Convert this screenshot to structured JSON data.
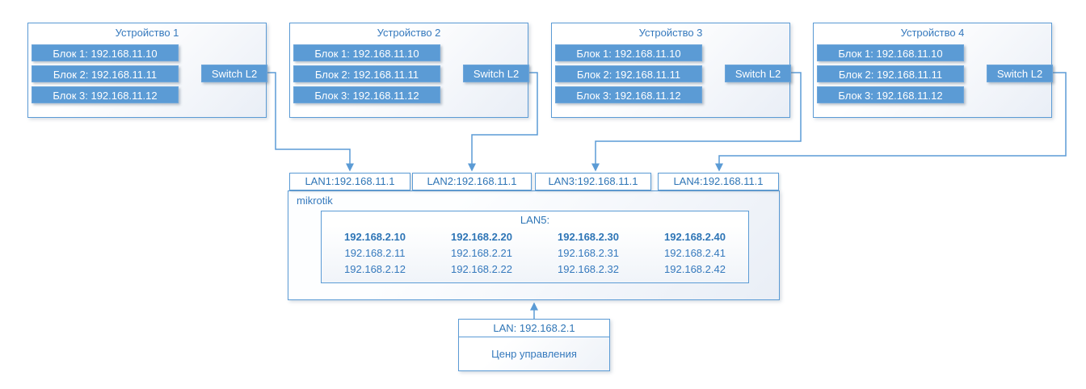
{
  "colors": {
    "accent_blue": "#5B9BD5",
    "text_blue": "#2E75B6",
    "block_text": "#FFFFFF"
  },
  "devices": [
    {
      "title": "Устройство 1",
      "blocks": [
        "Блок 1: 192.168.11.10",
        "Блок 2: 192.168.11.11",
        "Блок 3: 192.168.11.12"
      ],
      "switch_label": "Switch L2"
    },
    {
      "title": "Устройство 2",
      "blocks": [
        "Блок 1: 192.168.11.10",
        "Блок 2: 192.168.11.11",
        "Блок 3: 192.168.11.12"
      ],
      "switch_label": "Switch L2"
    },
    {
      "title": "Устройство 3",
      "blocks": [
        "Блок 1: 192.168.11.10",
        "Блок 2: 192.168.11.11",
        "Блок 3: 192.168.11.12"
      ],
      "switch_label": "Switch L2"
    },
    {
      "title": "Устройство 4",
      "blocks": [
        "Блок 1: 192.168.11.10",
        "Блок 2: 192.168.11.11",
        "Блок 3: 192.168.11.12"
      ],
      "switch_label": "Switch L2"
    }
  ],
  "router": {
    "name": "mikrotik",
    "ports": [
      "LAN1:192.168.11.1",
      "LAN2:192.168.11.1",
      "LAN3:192.168.11.1",
      "LAN4:192.168.11.1"
    ],
    "lan5": {
      "title": "LAN5:",
      "rows": [
        [
          "192.168.2.10",
          "192.168.2.20",
          "192.168.2.30",
          "192.168.2.40"
        ],
        [
          "192.168.2.11",
          "192.168.2.21",
          "192.168.2.31",
          "192.168.2.41"
        ],
        [
          "192.168.2.12",
          "192.168.2.22",
          "192.168.2.32",
          "192.168.2.42"
        ]
      ]
    }
  },
  "control_center": {
    "lan_label": "LAN: 192.168.2.1",
    "name": "Ценр управления"
  }
}
